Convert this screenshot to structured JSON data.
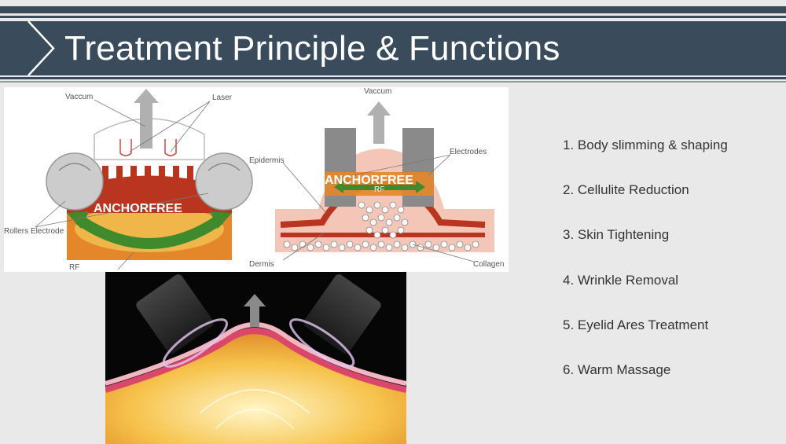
{
  "header": {
    "title": "Treatment Principle & Functions"
  },
  "diagram_left": {
    "vacuum_label": "Vaccum",
    "laser_label": "Laser",
    "rollers_label": "Rollers Electrode",
    "rf_label": "RF",
    "brand": "ANCHORFREE"
  },
  "diagram_right": {
    "vacuum_label": "Vaccum",
    "electrodes_label": "Electrodes",
    "epidermis_label": "Epidermis",
    "dermis_label": "Dermis",
    "collagen_label": "Collagen",
    "brand": "ANCHORFREE",
    "rf_label": "RF"
  },
  "functions": [
    {
      "label": "1. Body slimming & shaping"
    },
    {
      "label": "2. Cellulite Reduction"
    },
    {
      "label": "3. Skin Tightening"
    },
    {
      "label": "4. Wrinkle Removal"
    },
    {
      "label": "5. Eyelid Ares Treatment"
    },
    {
      "label": "6. Warm Massage"
    }
  ],
  "colors": {
    "header_bg": "#3a4b5c",
    "page_bg": "#e9e9e9",
    "tissue_red": "#b9351f",
    "fat_orange": "#e4862a",
    "arrow_green": "#3e8a2c"
  }
}
